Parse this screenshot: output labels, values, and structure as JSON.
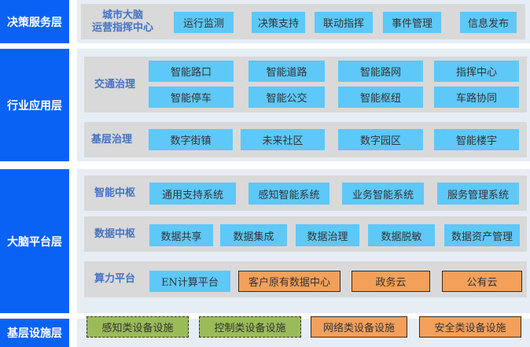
{
  "colors": {
    "layer": "#0a62f5",
    "cyan": "#5ec8f8",
    "orange": "#f4a05a",
    "green": "#9bbb59",
    "title": "#4472c4"
  },
  "layers": [
    {
      "label": "决策服务层",
      "groups": [
        {
          "title": "城市大脑\n运营指挥中心",
          "items": [
            {
              "text": "运行监测",
              "type": "cyan"
            },
            {
              "text": "决策支持",
              "type": "cyan"
            },
            {
              "text": "联动指挥",
              "type": "cyan"
            },
            {
              "text": "事件管理",
              "type": "cyan"
            },
            {
              "text": "信息发布",
              "type": "cyan"
            }
          ]
        }
      ]
    },
    {
      "label": "行业应用层",
      "groups": [
        {
          "title": "交通治理",
          "items": [
            {
              "text": "智能路口",
              "type": "cyan"
            },
            {
              "text": "智能道路",
              "type": "cyan"
            },
            {
              "text": "智能路网",
              "type": "cyan"
            },
            {
              "text": "指挥中心",
              "type": "cyan"
            },
            {
              "text": "智能停车",
              "type": "cyan"
            },
            {
              "text": "智能公交",
              "type": "cyan"
            },
            {
              "text": "智能枢纽",
              "type": "cyan"
            },
            {
              "text": "车路协同",
              "type": "cyan"
            }
          ]
        },
        {
          "title": "基层治理",
          "items": [
            {
              "text": "数字街镇",
              "type": "cyan"
            },
            {
              "text": "未来社区",
              "type": "cyan"
            },
            {
              "text": "数字园区",
              "type": "cyan"
            },
            {
              "text": "智能楼宇",
              "type": "cyan"
            }
          ]
        }
      ]
    },
    {
      "label": "大脑平台层",
      "groups": [
        {
          "title": "智能中枢",
          "items": [
            {
              "text": "通用支持系统",
              "type": "cyan"
            },
            {
              "text": "感知智能系统",
              "type": "cyan"
            },
            {
              "text": "业务智能系统",
              "type": "cyan"
            },
            {
              "text": "服务管理系统",
              "type": "cyan"
            }
          ]
        },
        {
          "title": "数据中枢",
          "items": [
            {
              "text": "数据共享",
              "type": "cyan"
            },
            {
              "text": "数据集成",
              "type": "cyan"
            },
            {
              "text": "数据治理",
              "type": "cyan"
            },
            {
              "text": "数据脱敏",
              "type": "cyan"
            },
            {
              "text": "数据资产管理",
              "type": "cyan"
            }
          ]
        },
        {
          "title": "算力平台",
          "items": [
            {
              "text": "EN计算平台",
              "type": "cyan"
            },
            {
              "text": "客户原有数据中心",
              "type": "orange"
            },
            {
              "text": "政务云",
              "type": "orange"
            },
            {
              "text": "公有云",
              "type": "orange"
            }
          ]
        }
      ]
    },
    {
      "label": "基层设施层",
      "groups": [
        {
          "title": "",
          "items": [
            {
              "text": "感知类设备设施",
              "type": "green"
            },
            {
              "text": "控制类设备设施",
              "type": "green"
            },
            {
              "text": "网络类设备设施",
              "type": "orange"
            },
            {
              "text": "安全类设备设施",
              "type": "orange"
            }
          ]
        }
      ]
    }
  ]
}
